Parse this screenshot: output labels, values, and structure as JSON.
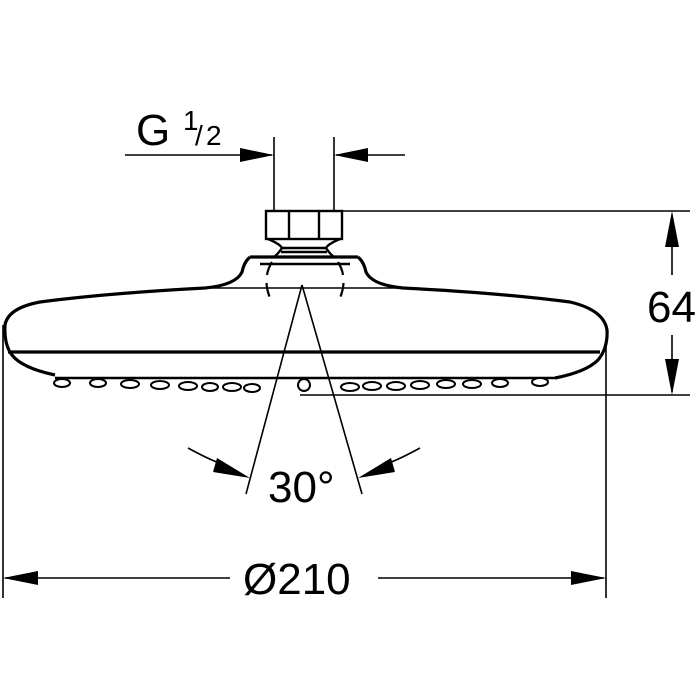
{
  "drawing": {
    "subject": "Shower head technical drawing",
    "colors": {
      "line": "#000000",
      "background": "#ffffff"
    },
    "dimensions": {
      "thread": {
        "prefix": "G",
        "numerator": "1",
        "slash": "/",
        "denominator": "2"
      },
      "height": {
        "value": "64"
      },
      "diameter": {
        "symbol": "Ø",
        "value": "210",
        "label": "Ø210"
      },
      "spray_angle": {
        "value": "30",
        "unit": "°",
        "label": "30°"
      }
    }
  }
}
